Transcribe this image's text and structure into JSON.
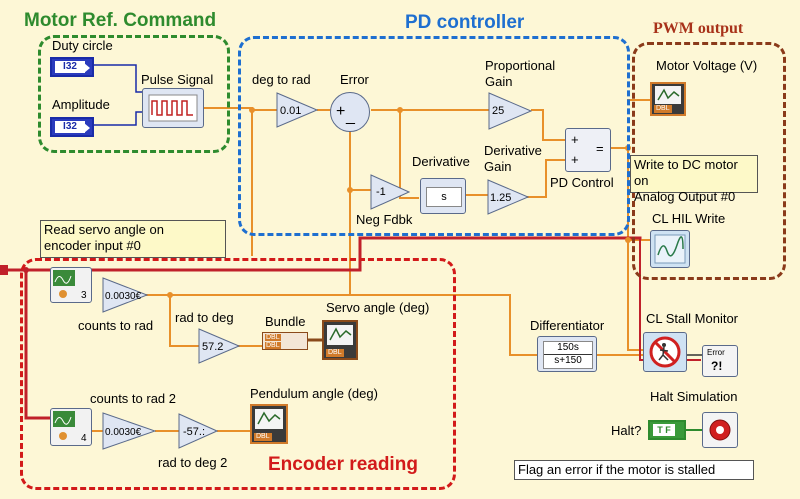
{
  "sections": {
    "motor_ref": {
      "title": "Motor Ref. Command",
      "color": "#2e8b2e"
    },
    "pd": {
      "title": "PD controller",
      "color": "#1e6fd0"
    },
    "pwm": {
      "title": "PWM output",
      "color": "#a8321a"
    },
    "encoder": {
      "title": "Encoder reading",
      "color": "#d21a1a"
    }
  },
  "labels": {
    "duty": "Duty circle",
    "amplitude": "Amplitude",
    "pulse": "Pulse Signal",
    "deg_to_rad": "deg to rad",
    "error": "Error",
    "prop_gain_1": "Proportional",
    "prop_gain_2": "Gain",
    "deriv_gain_1": "Derivative",
    "deriv_gain_2": "Gain",
    "derivative": "Derivative",
    "neg_fdbk": "Neg Fdbk",
    "pd_control": "PD Control",
    "motor_voltage": "Motor Voltage (V)",
    "cl_hil_write": "CL HIL Write",
    "counts_to_rad": "counts to rad",
    "rad_to_deg": "rad to deg",
    "bundle": "Bundle",
    "servo_angle": "Servo angle (deg)",
    "counts_to_rad_2": "counts to rad 2",
    "pendulum_angle": "Pendulum angle (deg)",
    "rad_to_deg_2": "rad to deg 2",
    "differentiator": "Differentiator",
    "cl_stall": "CL Stall Monitor",
    "halt_sim": "Halt Simulation",
    "halt_q": "Halt?"
  },
  "comments": {
    "read_servo_1": "Read servo angle on",
    "read_servo_2": "encoder input #0",
    "write_dc_1": "Write to DC motor on",
    "write_dc_2": "Analog Output #0",
    "flag_error": "Flag an error if the motor is stalled"
  },
  "blocks": {
    "i32": "I32",
    "gain_deg_rad": "0.01",
    "gain_prop": "25",
    "gain_deriv": "1.25",
    "gain_neg": "-1",
    "deriv_s": "s",
    "gain_counts": "0.0030€",
    "gain_rad_deg": "57.2",
    "gain_counts_2": "0.0030€",
    "gain_rad_deg_2": "-57.:",
    "enc_ch_0": "3",
    "enc_ch_1": "4",
    "diff_num": "150s",
    "diff_den": "s+150",
    "sum_plus": "+",
    "sum_minus": "_",
    "tf": "T F",
    "dbl": "DBL",
    "error_q": "?!",
    "error_txt": "Error"
  },
  "colors": {
    "wire_orange": "#e8902a",
    "wire_blue": "#1a2ba8",
    "wire_red": "#c0202a",
    "wire_green": "#2e8b2e",
    "bg": "#fdf7d6"
  }
}
